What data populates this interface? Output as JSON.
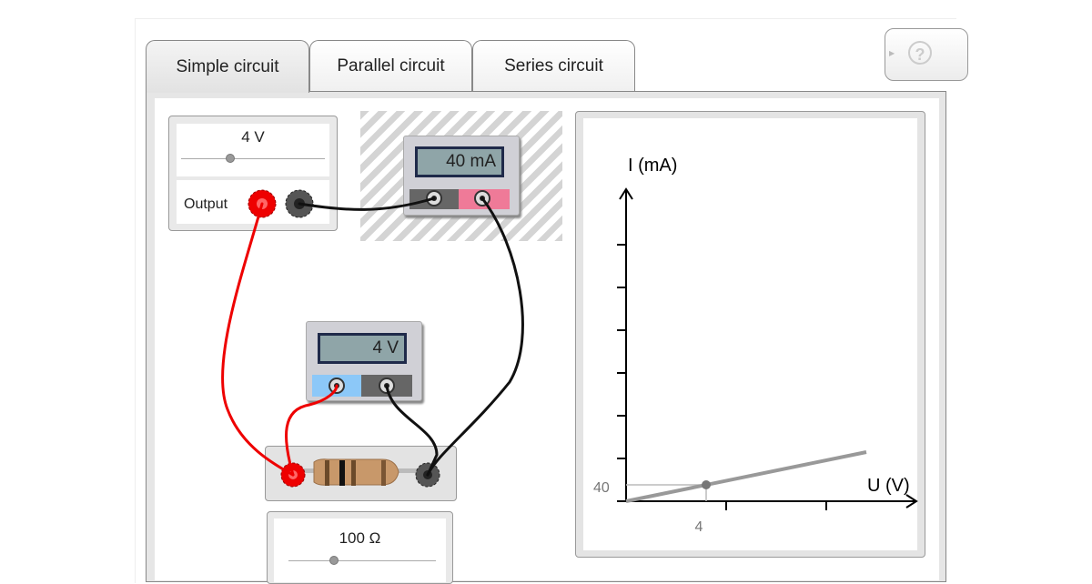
{
  "tabs": [
    {
      "label": "Simple circuit"
    },
    {
      "label": "Parallel circuit"
    },
    {
      "label": "Series circuit"
    }
  ],
  "help": {
    "icon": "question-icon",
    "label": "?"
  },
  "source": {
    "voltage": "4 V",
    "voltage_fraction": 0.33,
    "output_label": "Output"
  },
  "ammeter": {
    "reading": "40 mA"
  },
  "voltmeter": {
    "reading": "4 V"
  },
  "resistor": {
    "value": "100 Ω",
    "slider_fraction": 0.3
  },
  "graph": {
    "y_label": "I (mA)",
    "x_label": "U (V)",
    "y_marker": "40",
    "x_marker": "4",
    "point": {
      "U": 4,
      "I": 40
    },
    "line": {
      "resistance_ohm": 100,
      "U_max": 12
    },
    "colors": {
      "line": "#999999",
      "axis": "#000000"
    }
  }
}
